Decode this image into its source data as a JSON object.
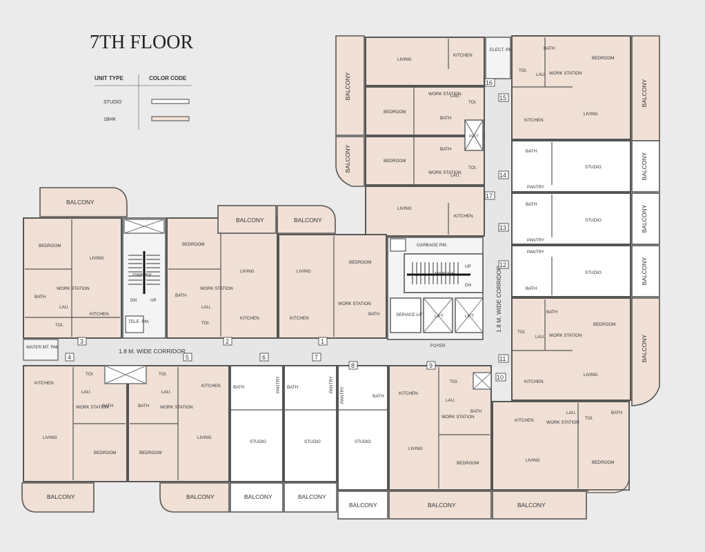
{
  "title": "7TH FLOOR",
  "legend": {
    "unit_type_header": "UNIT TYPE",
    "color_code_header": "COLOR CODE",
    "rows": [
      {
        "label": "STUDIO",
        "color": "#ffffff"
      },
      {
        "label": "1BHK",
        "color": "#f0e0d6"
      }
    ]
  },
  "colors": {
    "background": "#ebebeb",
    "studio": "#ffffff",
    "one_bhk": "#f0e0d6",
    "wall": "#555555",
    "corridor": "#e6e6e6",
    "core": "#f4f4f4"
  },
  "corridors": {
    "horizontal": "1.8 M. WIDE CORRIDOR",
    "vertical": "1.8 M. WIDE CORRIDOR"
  },
  "core": {
    "staircase_left": "STAIRCASE",
    "staircase_right": "STAIRCASE",
    "dn": "DN",
    "up": "UP",
    "tele_rm": "TELE. RM.",
    "elect_rm": "ELECT. RM.",
    "garbage_rm": "GARBAGE RM.",
    "service_lift": "SERVICE LIFT",
    "lift": "LIFT",
    "foyer": "FOYER",
    "water_mt_rm": "WATER MT. RM.",
    "duct": "DUCT"
  },
  "room_names": {
    "living": "LIVING",
    "bedroom": "BEDROOM",
    "bath": "BATH",
    "kitchen": "KITCHEN",
    "work_station": "WORK STATION",
    "lau": "LAU.",
    "toi": "TOI.",
    "studio": "STUDIO",
    "pantry": "PANTRY",
    "balcony": "BALCONY"
  },
  "unit_numbers": [
    "1",
    "2",
    "3",
    "4",
    "5",
    "6",
    "7",
    "8",
    "9",
    "10",
    "11",
    "12",
    "13",
    "14",
    "15",
    "16",
    "17"
  ]
}
